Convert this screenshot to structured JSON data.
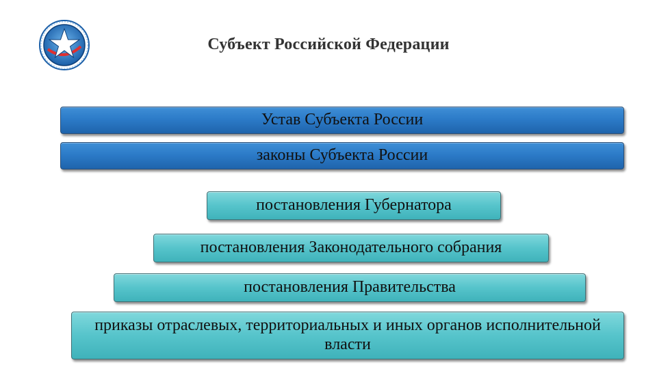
{
  "header": {
    "title": "Субъект Российской Федерации"
  },
  "logo": {
    "icon": "star-emblem-icon"
  },
  "levels": [
    {
      "label": "Устав Субъекта России",
      "color": "#2c7bc8"
    },
    {
      "label": "законы Субъекта России",
      "color": "#2c7bc8"
    },
    {
      "label": "постановления Губернатора",
      "color": "#56c4cb"
    },
    {
      "label": "постановления Законодательного собрания",
      "color": "#56c4cb"
    },
    {
      "label": "постановления Правительства",
      "color": "#56c4cb"
    },
    {
      "label": "приказы отраслевых, территориальных и иных органов исполнительной власти",
      "color": "#56c4cb"
    }
  ]
}
